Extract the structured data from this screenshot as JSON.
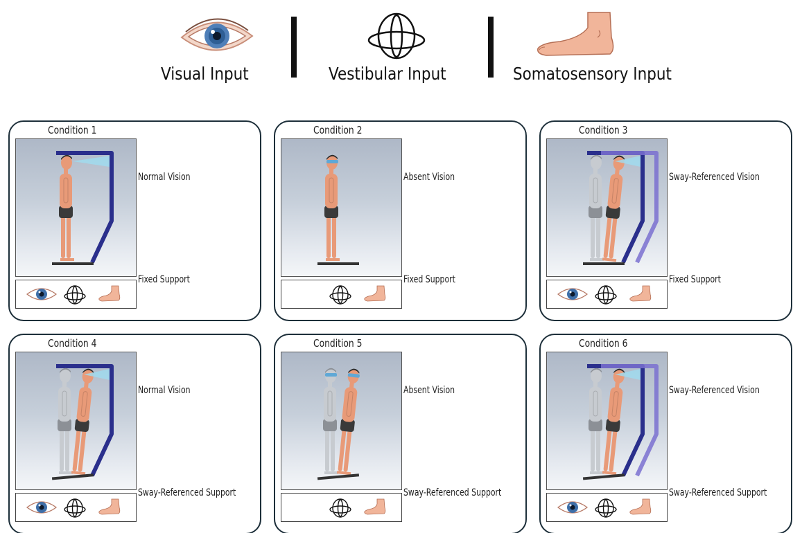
{
  "legend": {
    "visual": "Visual Input",
    "vestibular": "Vestibular Input",
    "somatosensory": "Somatosensory Input"
  },
  "conditions": [
    {
      "title": "Condition 1",
      "vision": "Normal Vision",
      "support": "Fixed Support",
      "inputs": [
        "eye-icon",
        "vestibular-icon",
        "foot-icon"
      ]
    },
    {
      "title": "Condition 2",
      "vision": "Absent Vision",
      "support": "Fixed Support",
      "inputs": [
        "vestibular-icon",
        "foot-icon"
      ]
    },
    {
      "title": "Condition 3",
      "vision": "Sway-Referenced Vision",
      "support": "Fixed Support",
      "inputs": [
        "eye-icon",
        "vestibular-icon",
        "foot-icon"
      ]
    },
    {
      "title": "Condition 4",
      "vision": "Normal Vision",
      "support": "Sway-Referenced Support",
      "inputs": [
        "eye-icon",
        "vestibular-icon",
        "foot-icon"
      ]
    },
    {
      "title": "Condition 5",
      "vision": "Absent Vision",
      "support": "Sway-Referenced Support",
      "inputs": [
        "vestibular-icon",
        "foot-icon"
      ]
    },
    {
      "title": "Condition 6",
      "vision": "Sway-Referenced Vision",
      "support": "Sway-Referenced Support",
      "inputs": [
        "eye-icon",
        "vestibular-icon",
        "foot-icon"
      ]
    }
  ],
  "colors": {
    "surround": "#2a2f8c",
    "surround_swayed": "#7a70d0",
    "skin": "#e89a78",
    "shorts": "#3a3a3a",
    "panel_border": "#1d2f3a",
    "light_beam": "#9fdcf0"
  }
}
